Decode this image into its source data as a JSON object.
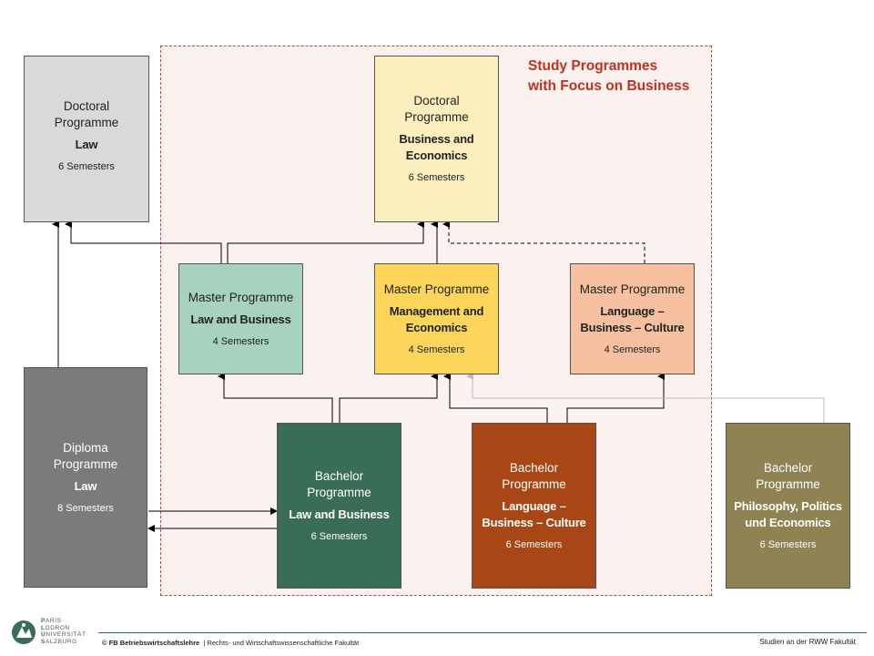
{
  "focus": {
    "title_line1": "Study Programmes",
    "title_line2": "with Focus on Business",
    "accent": "#c0311f"
  },
  "boxes": {
    "doctoral_law": {
      "title": "Doctoral Programme",
      "subject": "Law",
      "semesters": "6 Semesters",
      "color": "#d9d9d9"
    },
    "doctoral_business": {
      "title": "Doctoral Programme",
      "subject": "Business and Economics",
      "semesters": "6 Semesters",
      "color": "#fdeebe"
    },
    "master_law_business": {
      "title": "Master Programme",
      "subject": "Law and Business",
      "semesters": "4 Semesters",
      "color": "#a7d2c0"
    },
    "master_management": {
      "title": "Master Programme",
      "subject": "Management and Economics",
      "semesters": "4 Semesters",
      "color": "#fdd55a"
    },
    "master_language": {
      "title": "Master Programme",
      "subject": "Language – Business – Culture",
      "semesters": "4 Semesters",
      "color": "#f7c0a0"
    },
    "diploma_law": {
      "title": "Diploma Programme",
      "subject": "Law",
      "semesters": "8 Semesters",
      "color": "#7b7b7b"
    },
    "bachelor_law_business": {
      "title": "Bachelor Programme",
      "subject": "Law and Business",
      "semesters": "6 Semesters",
      "color": "#3a6d57"
    },
    "bachelor_language": {
      "title": "Bachelor Programme",
      "subject": "Language – Business – Culture",
      "semesters": "6 Semesters",
      "color": "#a84715"
    },
    "bachelor_philosophy": {
      "title": "Bachelor Programme",
      "subject": "Philosophy, Politics und Economics",
      "semesters": "6 Semesters",
      "color": "#8f8354"
    }
  },
  "footer": {
    "left_bold": "© FB Betriebswirtschaftslehre",
    "left_rest": "| Rechts- und Wirtschaftswissenschaftliche Fakultät",
    "right": "Studien an der RWW Fakultät",
    "logo_lines": [
      "PARIS",
      "LODRON",
      "UNIVERSITÄT",
      "SALZBURG"
    ],
    "logo_icon": "university-seal-icon"
  }
}
